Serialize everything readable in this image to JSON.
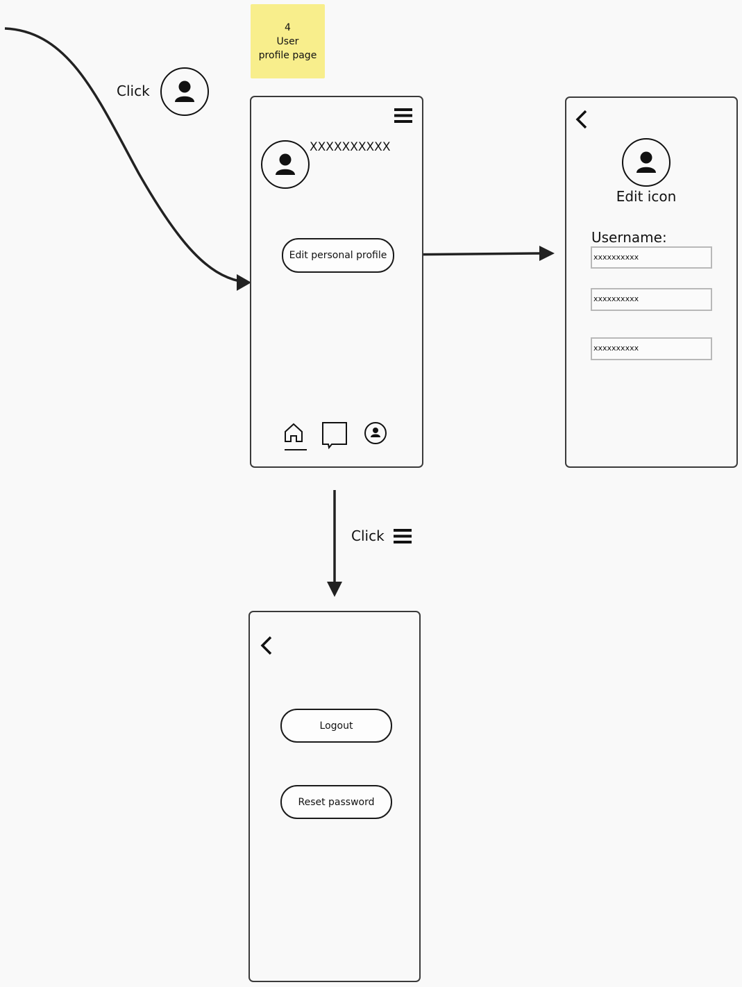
{
  "sticky_note": {
    "number": "4",
    "line1": "User",
    "line2": "profile page"
  },
  "entry_click_label": "Click",
  "profile_screen": {
    "username": "XXXXXXXXXX",
    "edit_button": "Edit personal profile"
  },
  "edit_screen": {
    "avatar_caption": "Edit icon",
    "username_label": "Username:",
    "fields": [
      "xxxxxxxxxx",
      "xxxxxxxxxx",
      "xxxxxxxxxx"
    ]
  },
  "menu_click_label": "Click",
  "menu_screen": {
    "logout_button": "Logout",
    "reset_button": "Reset password"
  },
  "colors": {
    "sticky": "#f8ee8c",
    "ink": "#1a1a1a",
    "frame": "#3a3a3a",
    "background": "#f9f9f9"
  }
}
